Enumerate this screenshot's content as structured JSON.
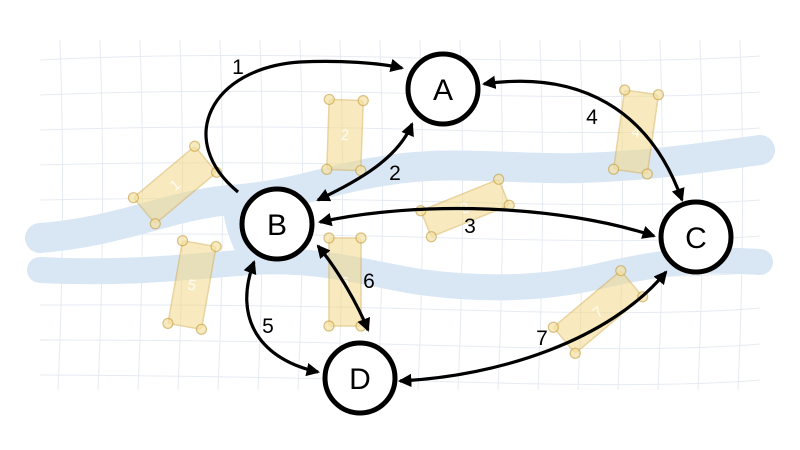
{
  "diagram": {
    "nodes": [
      {
        "id": "A",
        "label": "A"
      },
      {
        "id": "B",
        "label": "B"
      },
      {
        "id": "C",
        "label": "C"
      },
      {
        "id": "D",
        "label": "D"
      }
    ],
    "edges": [
      {
        "id": "e1",
        "label": "1",
        "from": "B",
        "to": "A",
        "directed": "to"
      },
      {
        "id": "e2",
        "label": "2",
        "from": "B",
        "to": "A",
        "directed": "both"
      },
      {
        "id": "e3",
        "label": "3",
        "from": "B",
        "to": "C",
        "directed": "both"
      },
      {
        "id": "e4",
        "label": "4",
        "from": "A",
        "to": "C",
        "directed": "both"
      },
      {
        "id": "e5",
        "label": "5",
        "from": "B",
        "to": "D",
        "directed": "both"
      },
      {
        "id": "e6",
        "label": "6",
        "from": "B",
        "to": "D",
        "directed": "both"
      },
      {
        "id": "e7",
        "label": "7",
        "from": "D",
        "to": "C",
        "directed": "both"
      }
    ],
    "background_bridges": [
      {
        "id": "bridge-1",
        "label": "1"
      },
      {
        "id": "bridge-2",
        "label": "2"
      },
      {
        "id": "bridge-3",
        "label": "3"
      },
      {
        "id": "bridge-4",
        "label": "4"
      },
      {
        "id": "bridge-5",
        "label": "5"
      },
      {
        "id": "bridge-6",
        "label": "6"
      },
      {
        "id": "bridge-7",
        "label": "7"
      }
    ],
    "colors": {
      "node_stroke": "#000000",
      "edge": "#000000",
      "river": "#d9e7f5",
      "bridge": "#f3d98a",
      "grid": "#e6ebf2"
    }
  }
}
